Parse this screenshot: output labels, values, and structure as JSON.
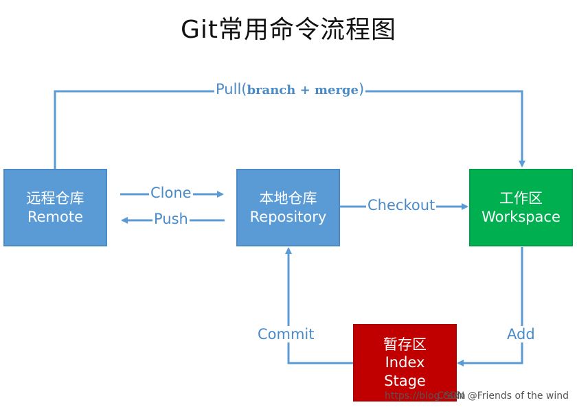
{
  "title": "Git常用命令流程图",
  "nodes": {
    "remote": {
      "line1": "远程仓库",
      "line2": "Remote"
    },
    "local": {
      "line1": "本地仓库",
      "line2": "Repository"
    },
    "workspace": {
      "line1": "工作区",
      "line2": "Workspace"
    },
    "stage": {
      "line1": "暂存区",
      "line2": "Index",
      "line3": "Stage"
    }
  },
  "edges": {
    "pull_prefix": "Pull(",
    "pull_inner": "branch + merge",
    "pull_suffix": ")",
    "clone": "Clone",
    "push": "Push",
    "checkout": "Checkout",
    "commit": "Commit",
    "add": "Add"
  },
  "watermark": "CSDN @Friends of the wind",
  "watermark_url": "https://blog.csdn",
  "colors": {
    "arrow": "#5b9bd5",
    "remote": "#5b9bd5",
    "local": "#5b9bd5",
    "workspace": "#00b050",
    "stage": "#c00000"
  }
}
